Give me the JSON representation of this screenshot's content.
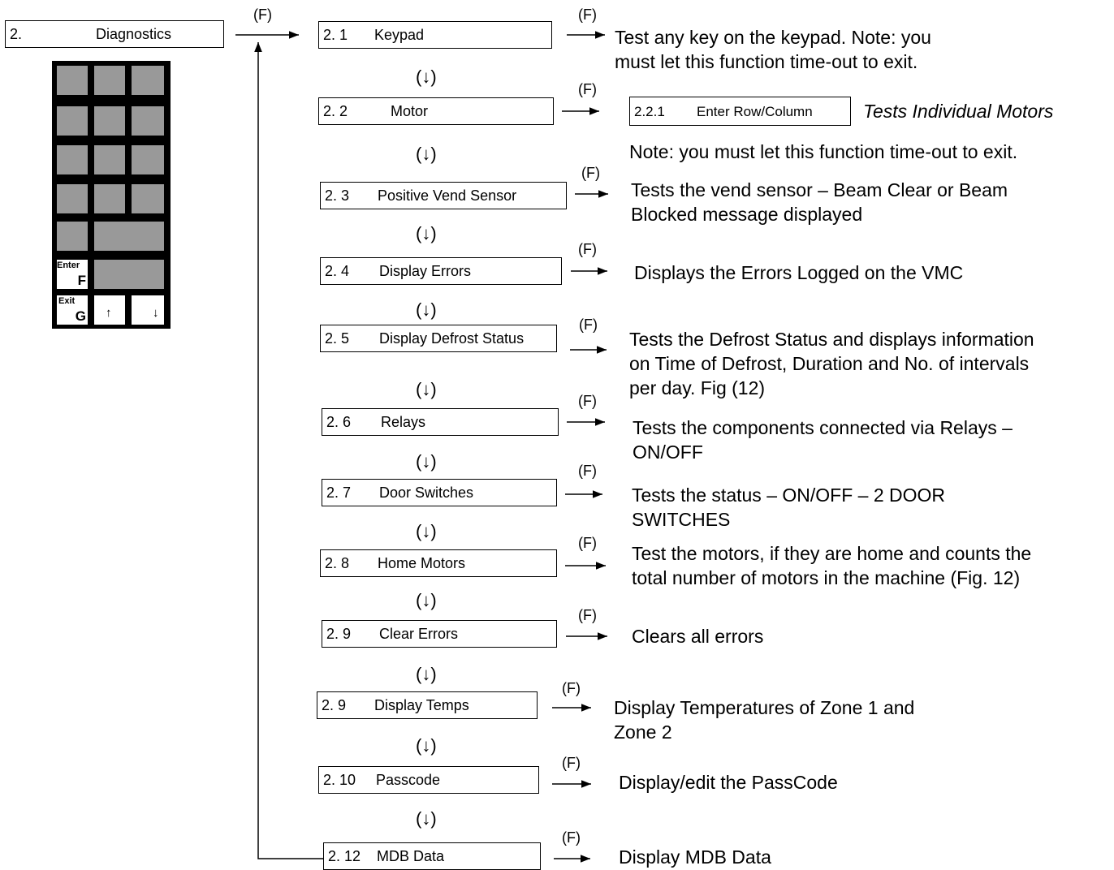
{
  "top": {
    "number": "2.",
    "label": "Diagnostics"
  },
  "menu_arrow_label": "(F)",
  "items": [
    {
      "number": "2. 1",
      "label": "Keypad",
      "desc": [
        "Test any key on the keypad. Note: you",
        "must let this function time-out to exit."
      ]
    },
    {
      "number": "2. 2",
      "label": "Motor",
      "sub_number": "2.2.1",
      "sub_label": "Enter Row/Column",
      "sub_desc": "Tests Individual Motors",
      "desc": [
        "Note: you must let this function time-out to exit."
      ]
    },
    {
      "number": "2. 3",
      "label": "Positive Vend Sensor",
      "desc": [
        "Tests the vend sensor – Beam Clear or Beam",
        "Blocked message displayed"
      ]
    },
    {
      "number": "2. 4",
      "label": "Display Errors",
      "desc": [
        "Displays the Errors Logged on the VMC"
      ]
    },
    {
      "number": "2. 5",
      "label": "Display Defrost Status",
      "desc": [
        "Tests the Defrost Status and displays information",
        "on Time of Defrost, Duration and No. of intervals",
        "per day.  Fig (12)"
      ]
    },
    {
      "number": "2. 6",
      "label": "Relays",
      "desc": [
        "Tests the components connected via Relays –",
        "ON/OFF"
      ]
    },
    {
      "number": "2. 7",
      "label": "Door Switches",
      "desc": [
        "Tests the status  – ON/OFF – 2 DOOR",
        "SWITCHES"
      ]
    },
    {
      "number": "2. 8",
      "label": "Home Motors",
      "desc": [
        "Test the motors, if they are home and counts the",
        "total number of motors in the machine (Fig. 12)"
      ]
    },
    {
      "number": "2. 9",
      "label": "Clear Errors",
      "desc": [
        "Clears all errors"
      ]
    },
    {
      "number": "2. 9",
      "label": "Display Temps",
      "desc": [
        "Display Temperatures of Zone 1 and",
        "Zone 2"
      ]
    },
    {
      "number": "2. 10",
      "label": "Passcode",
      "desc": [
        "Display/edit the PassCode"
      ]
    },
    {
      "number": "2. 12",
      "label": "MDB Data",
      "desc": [
        "Display MDB Data"
      ]
    }
  ],
  "arrow_label": "(F)",
  "down_label": "(↓)",
  "keypad": {
    "enter_top": "Enter",
    "enter_bottom": "F",
    "exit_top": "Exit",
    "exit_bottom": "G",
    "up": "↑",
    "down": "↓"
  }
}
